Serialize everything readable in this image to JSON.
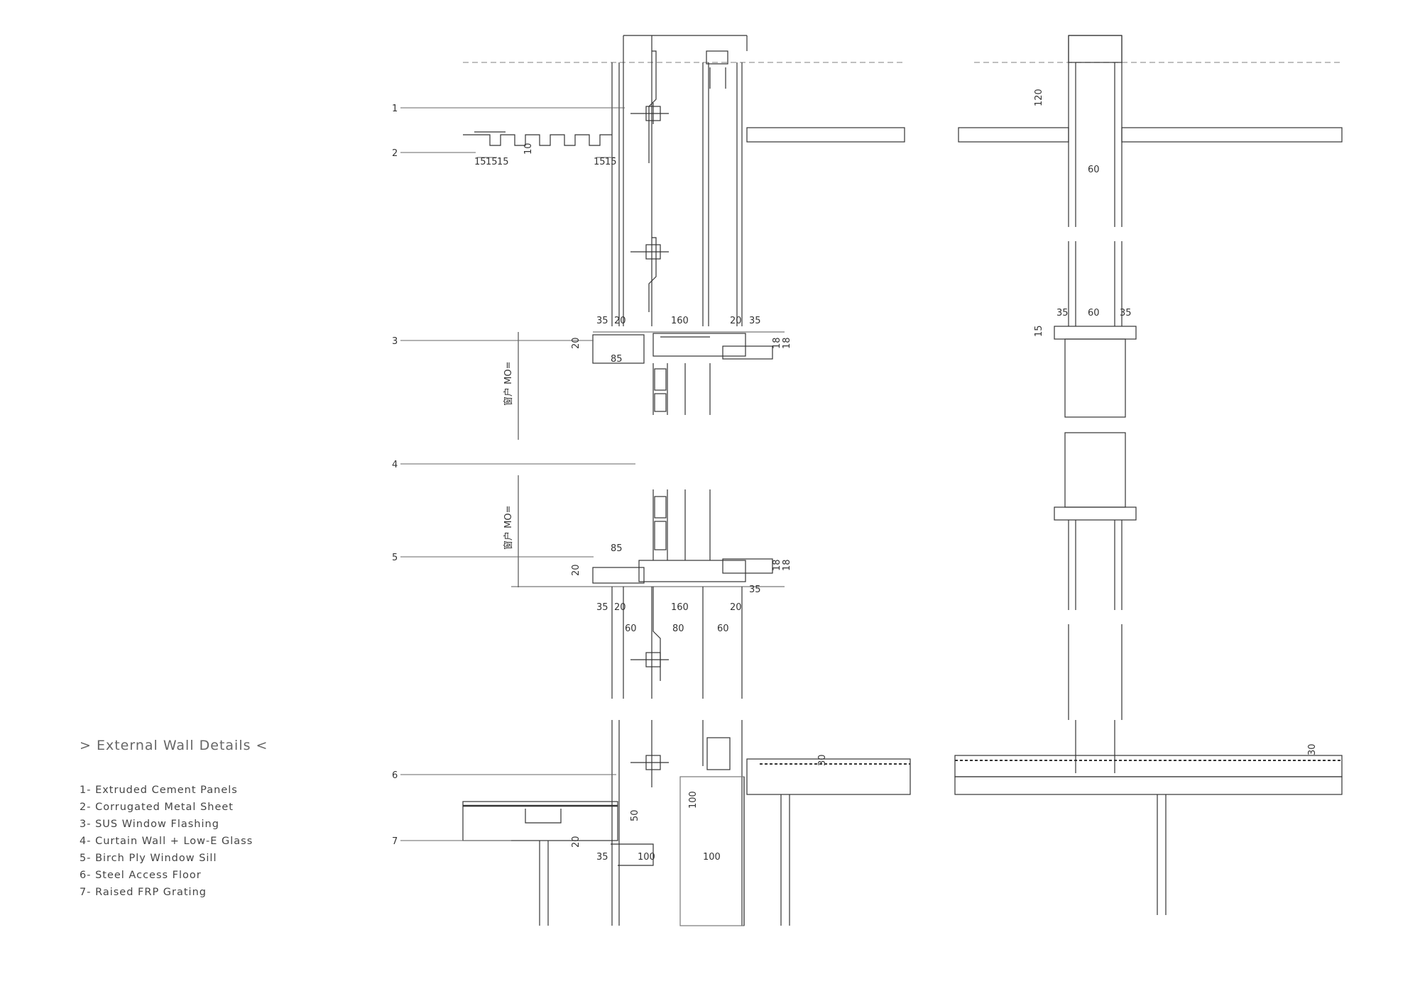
{
  "title": "> External Wall Details <",
  "legend": [
    "1- Extruded Cement Panels",
    "2- Corrugated Metal Sheet",
    "3- SUS Window Flashing",
    "4- Curtain Wall + Low-E Glass",
    "5- Birch Ply Window Sill",
    "6- Steel Access Floor",
    "7- Raised FRP Grating"
  ],
  "callouts": [
    "1",
    "2",
    "3",
    "4",
    "5",
    "6",
    "7"
  ],
  "dims": {
    "d15": "15",
    "d10": "10",
    "d35": "35",
    "d20": "20",
    "d160": "160",
    "d85": "85",
    "d18": "18",
    "d60": "60",
    "d80": "80",
    "d100": "100",
    "d50": "50",
    "d120": "120",
    "d30": "30"
  },
  "window_mo": "窗户 MO="
}
